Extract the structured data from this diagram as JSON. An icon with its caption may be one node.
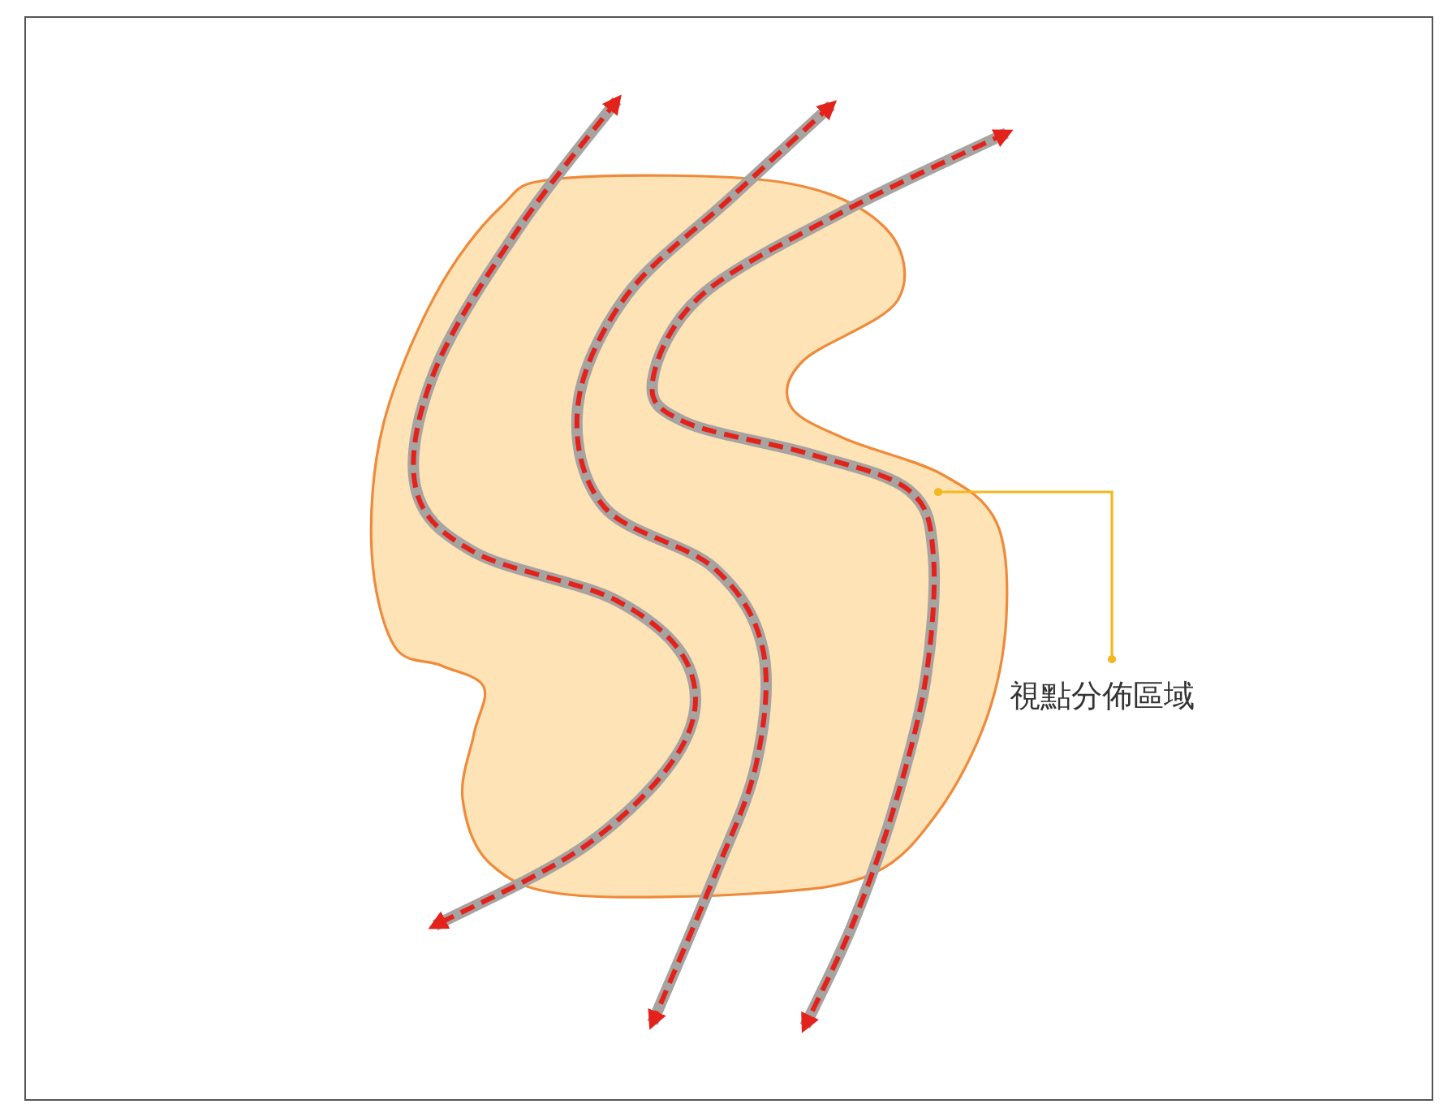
{
  "diagram": {
    "nodes": [
      {
        "text": [],
        "shape": "blob"
      },
      {
        "text": [
          "視點分佈區域"
        ]
      }
    ],
    "edges": [
      {
        "from": 1,
        "to": 0,
        "arrow": "other"
      }
    ]
  }
}
